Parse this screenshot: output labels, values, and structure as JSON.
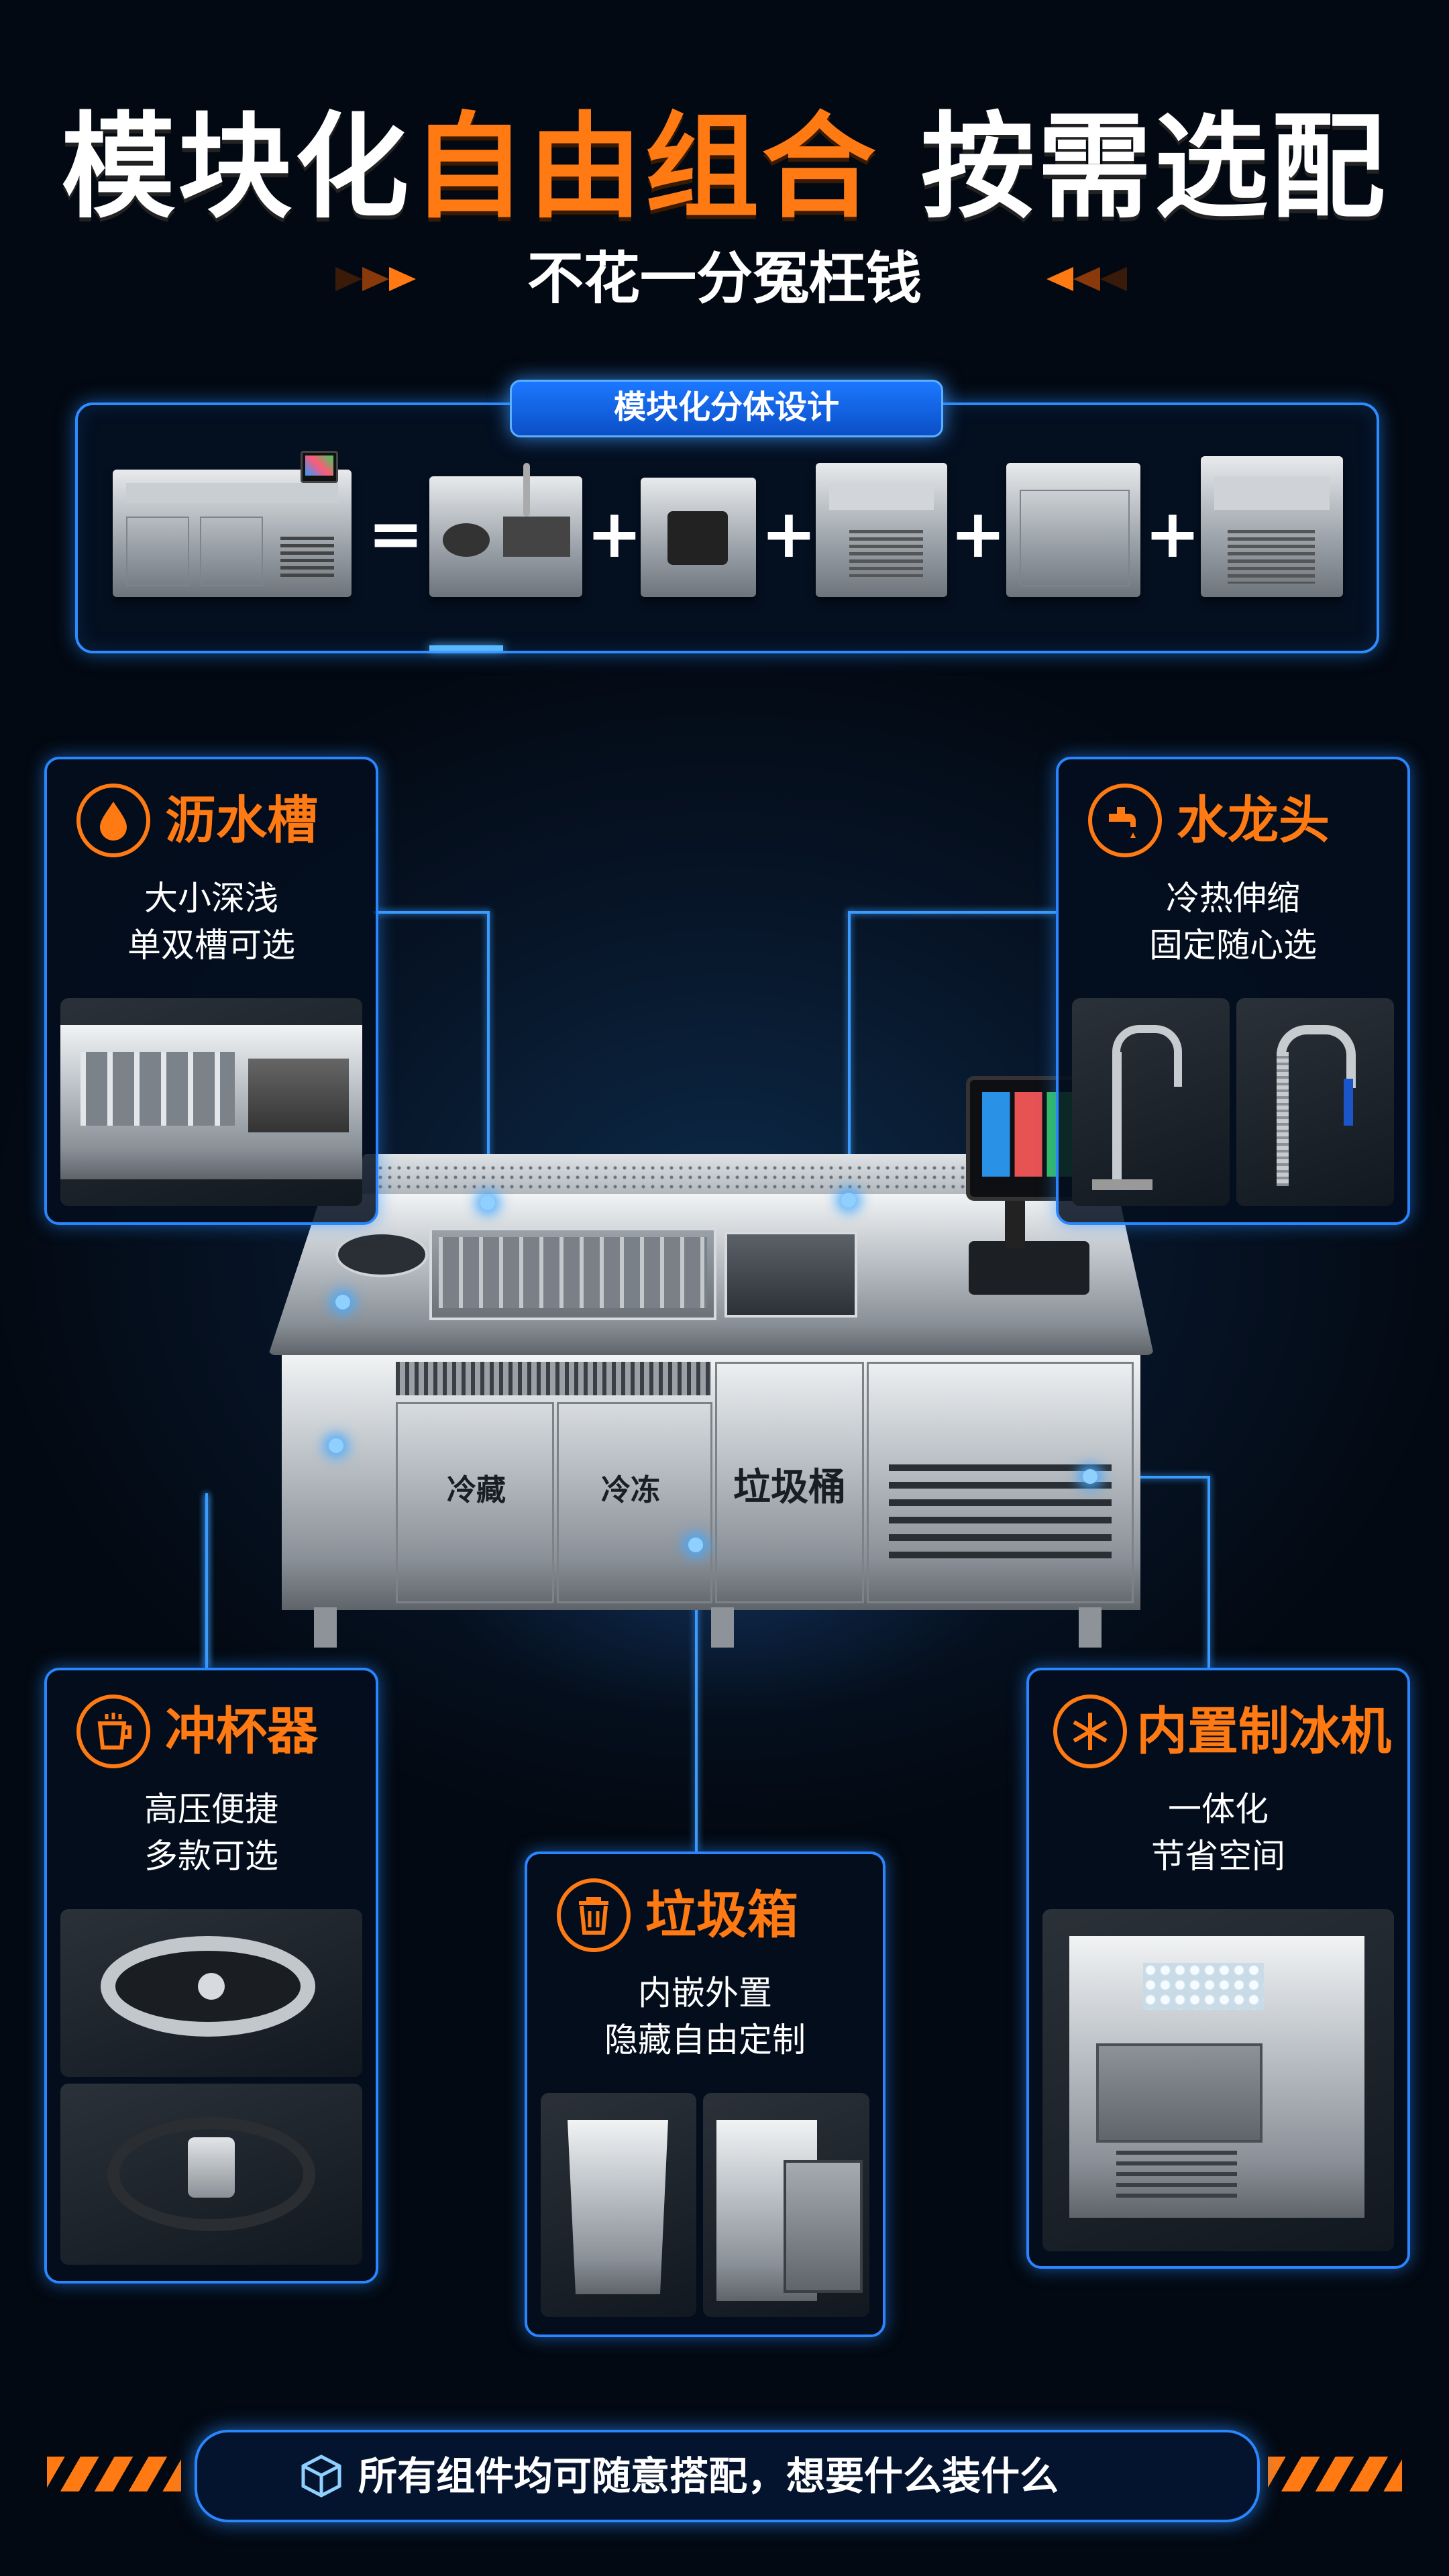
{
  "header": {
    "title_white_1": "模块化",
    "title_orange": "自由组合",
    "title_white_2": "按需选配",
    "subtitle": "不花一分冤枉钱"
  },
  "modular": {
    "tag": "模块化分体设计",
    "equals": "=",
    "plus": "+"
  },
  "counter_labels": {
    "fridge": "冷藏",
    "freezer": "冷冻",
    "trash": "垃圾桶"
  },
  "features": {
    "sink": {
      "title": "沥水槽",
      "line1": "大小深浅",
      "line2": "单双槽可选",
      "icon": "water-drop-icon"
    },
    "faucet": {
      "title": "水龙头",
      "line1": "冷热伸缩",
      "line2": "固定随心选",
      "icon": "faucet-icon"
    },
    "cup_washer": {
      "title": "冲杯器",
      "line1": "高压便捷",
      "line2": "多款可选",
      "icon": "cup-icon"
    },
    "trash_bin": {
      "title": "垃圾箱",
      "line1": "内嵌外置",
      "line2": "隐藏自由定制",
      "icon": "trash-icon"
    },
    "ice_maker": {
      "title": "内置制冰机",
      "line1": "一体化",
      "line2": "节省空间",
      "icon": "snowflake-icon"
    }
  },
  "footer": {
    "text": "所有组件均可随意搭配，想要什么装什么",
    "icon": "cube-icon"
  },
  "colors": {
    "accent": "#ff7a12",
    "frame": "#2a86ff",
    "background": "#040b16"
  }
}
